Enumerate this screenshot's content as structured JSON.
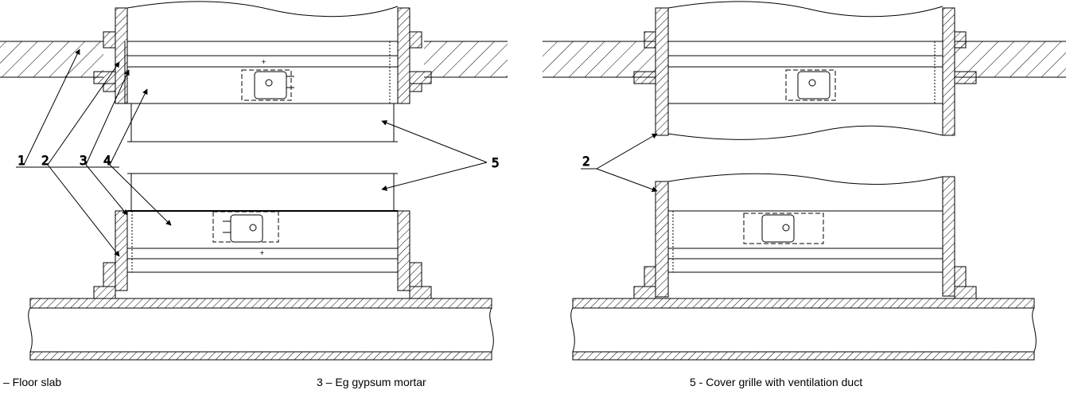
{
  "callouts": {
    "n1": "1",
    "n2": "2",
    "n3": "3",
    "n4": "4",
    "n5": "5",
    "right_n2": "2"
  },
  "legend": {
    "item1": "– Floor slab",
    "item3": "3 – Eg gypsum mortar",
    "item5": "5 - Cover grille with ventilation duct"
  }
}
